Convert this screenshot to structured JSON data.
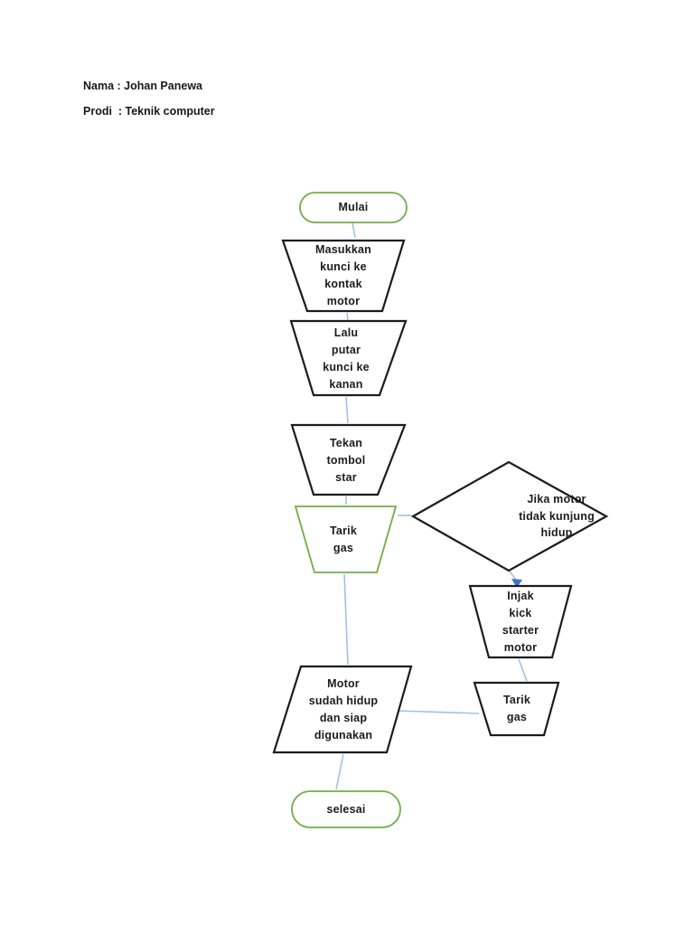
{
  "page": {
    "header": {
      "name_line": "Nama : Johan Panewa",
      "prodi_line": "Prodi  : Teknik computer"
    },
    "colors": {
      "background": "#ffffff",
      "terminator_green": "#70AD47",
      "shape_outline_black": "#1c1c1c",
      "connector_blue": "#9DC3E6",
      "arrowhead_blue": "#4472C4",
      "text": "#1c1c1c"
    }
  },
  "flowchart": {
    "nodes": [
      {
        "id": "mulai",
        "type": "terminator",
        "label": "Mulai"
      },
      {
        "id": "masukkan-kunci",
        "type": "trapezoid",
        "label": "Masukkan\nkunci ke\nkontak\nmotor"
      },
      {
        "id": "putar-kunci",
        "type": "trapezoid",
        "label": "Lalu\nputar\nkunci ke\nkanan"
      },
      {
        "id": "tekan-tombol",
        "type": "trapezoid",
        "label": "Tekan\ntombol\nstar"
      },
      {
        "id": "tarik-gas-1",
        "type": "trapezoid-green",
        "label": "Tarik\ngas"
      },
      {
        "id": "jika-motor",
        "type": "decision",
        "label": "Jika motor\ntidak kunjung\nhidup"
      },
      {
        "id": "injak-kick",
        "type": "trapezoid",
        "label": "Injak\nkick\nstarter\nmotor"
      },
      {
        "id": "tarik-gas-2",
        "type": "trapezoid",
        "label": "Tarik\ngas"
      },
      {
        "id": "motor-hidup",
        "type": "parallelogram",
        "label": "Motor\nsudah hidup\ndan siap\ndigunakan"
      },
      {
        "id": "selesai",
        "type": "terminator",
        "label": "selesai"
      }
    ]
  }
}
